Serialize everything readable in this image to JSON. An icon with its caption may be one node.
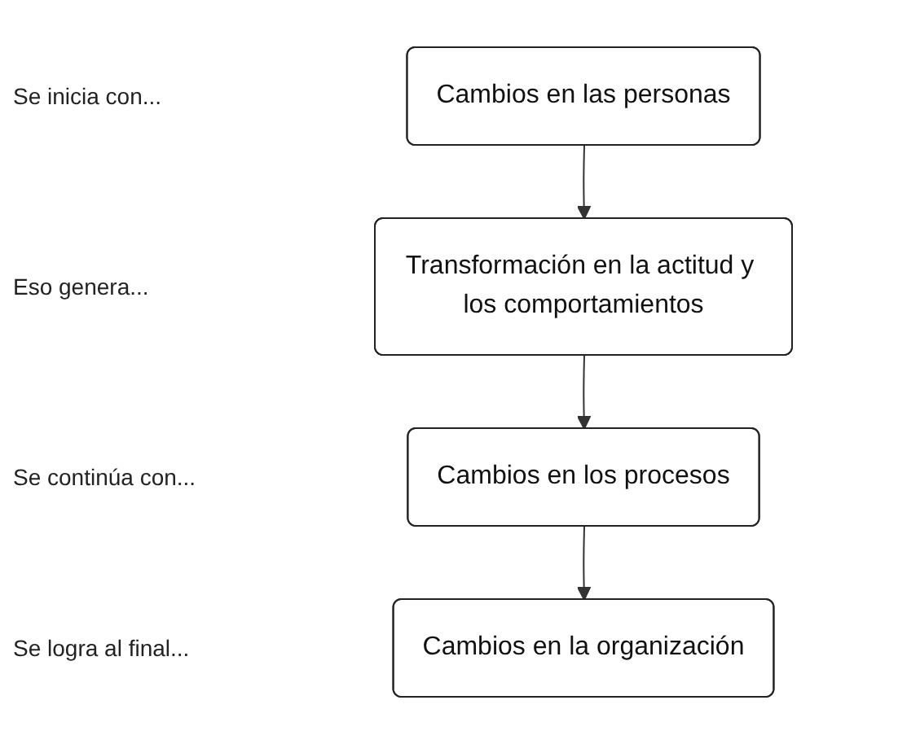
{
  "diagram": {
    "nodes": [
      {
        "text": [
          "Cambios en las personas"
        ]
      },
      {
        "text": [
          "Transformación en la actitud y los comportamientos"
        ]
      },
      {
        "text": [
          "Cambios en los procesos"
        ]
      },
      {
        "text": [
          "Cambios en la organización"
        ]
      }
    ],
    "edges": [
      {
        "from": 0,
        "to": 1,
        "arrow": "to"
      },
      {
        "from": 1,
        "to": 2,
        "arrow": "to"
      },
      {
        "from": 2,
        "to": 3,
        "arrow": "to"
      }
    ],
    "labels": [
      "Se inicia con...",
      "Eso genera...",
      "Se continúa con...",
      "Se logra al final..."
    ]
  }
}
